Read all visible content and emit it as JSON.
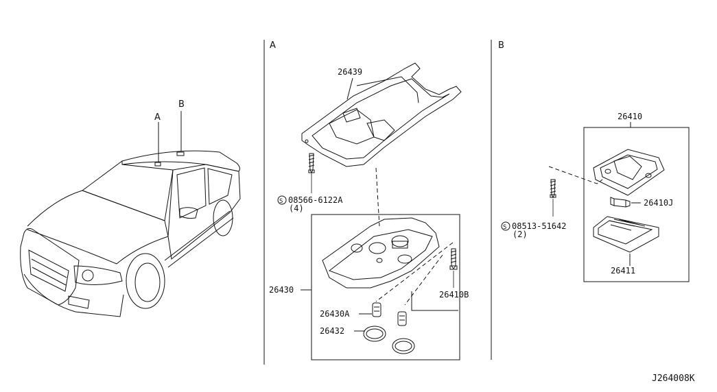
{
  "labels": {
    "car_a": "A",
    "car_b": "B",
    "section_a": "A",
    "section_b": "B",
    "p26439": "26439",
    "screw_a_code": "08566-6122A",
    "screw_a_qty": "(4)",
    "p26430": "26430",
    "p26410B": "26410B",
    "p26430A": "26430A",
    "p26432": "26432",
    "p26410": "26410",
    "p26410J": "26410J",
    "screw_b_code": "08513-51642",
    "screw_b_qty": "(2)",
    "p26411": "26411",
    "s_symbol": "S",
    "diagram_id": "J264008K"
  }
}
